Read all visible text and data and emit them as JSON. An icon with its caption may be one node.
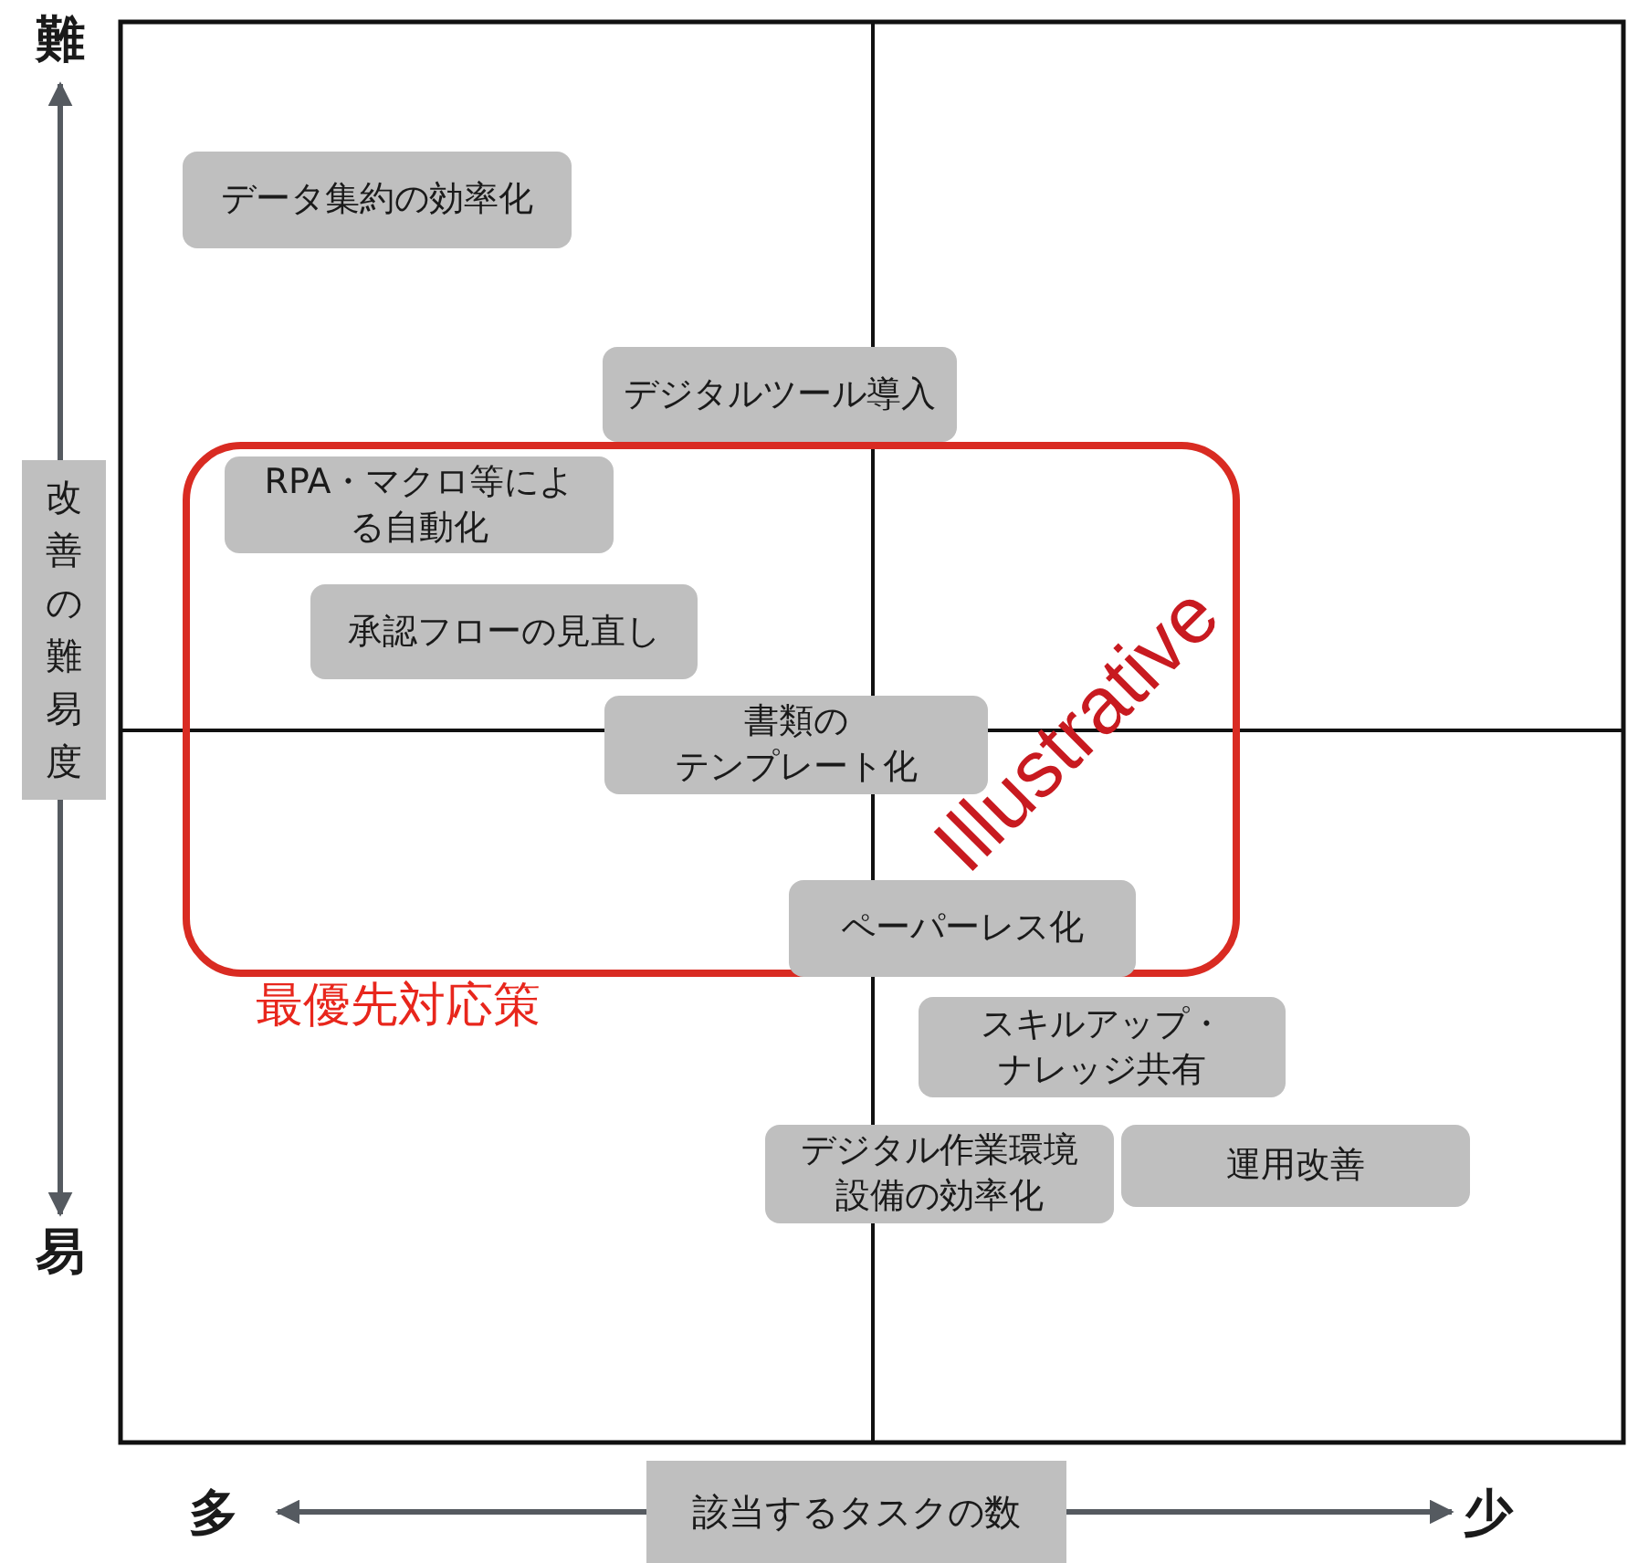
{
  "diagram": {
    "nodes": [
      {
        "text": [
          "データ集約の効率化"
        ]
      },
      {
        "text": [
          "デジタルツール導入"
        ]
      },
      {
        "text": [
          "最優先対応策"
        ]
      },
      {
        "text": [
          "RPA・マクロ等による自動化"
        ],
        "in": 2
      },
      {
        "text": [
          "承認フローの見直し"
        ],
        "in": 2
      },
      {
        "text": [
          "書類のテンプレート化"
        ],
        "in": 2
      },
      {
        "text": [
          "ペーパーレス化"
        ],
        "in": 2
      },
      {
        "text": [
          "スキルアップ・ナレッジ共有"
        ]
      },
      {
        "text": [
          "デジタル作業環境設備の効率化"
        ]
      },
      {
        "text": [
          "運用改善"
        ]
      }
    ],
    "labels": [
      "難",
      "改善の難易度",
      "易",
      "多",
      "該当するタスクの数",
      "少",
      "Illustrative"
    ]
  }
}
